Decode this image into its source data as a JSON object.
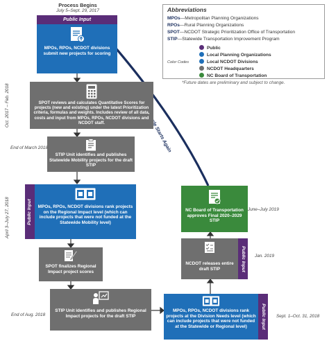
{
  "header": {
    "title": "Process Begins",
    "dates": "July 5–Sept. 29, 2017"
  },
  "legend": {
    "title": "Abbreviations",
    "items": [
      {
        "abbr": "MPOs",
        "text": "—Metropolitan Planning Organizations"
      },
      {
        "abbr": "RPOs",
        "text": "—Rural Planning Organizations"
      },
      {
        "abbr": "SPOT",
        "text": "—NCDOT Strategic Prioritization Office of Transportation"
      },
      {
        "abbr": "STIP",
        "text": "—Statewide Transportation Improvement Program"
      }
    ],
    "color_codes_label": "Color Codes",
    "color_codes": [
      {
        "label": "Public",
        "color": "#5a2d78"
      },
      {
        "label": "Local Planning Organizations",
        "color": "#1f6fb8"
      },
      {
        "label": "Local NCDOT Divisions",
        "color": "#1f6fb8"
      },
      {
        "label": "NCDOT Headquarters",
        "color": "#6f6f6f"
      },
      {
        "label": "NC Board of Transportation",
        "color": "#3a8a3c"
      }
    ],
    "note": "*Future dates are preliminary and subject to change."
  },
  "public_input_label": "Public Input",
  "steps": {
    "s1": {
      "text": "MPOs, RPOs, NCDOT divisions submit new projects for scoring",
      "icon": "document-upload-icon"
    },
    "s2": {
      "text": "SPOT reviews and calculates Quantitative Scores for projects (new and existing) under the latest Prioritization criteria, formulas and weights. Includes review of all data, costs and input from MPOs, RPOs, NCDOT divisions and NCDOT staff.",
      "date": "Oct. 2017 – Feb. 2018",
      "icon": "calculator-icon"
    },
    "s3": {
      "text": "STIP Unit identifies and publishes Statewide Mobility projects for the draft STIP",
      "date": "End of March 2018",
      "icon": "clipboard-icon"
    },
    "s4": {
      "text": "MPOs, RPOs, NCDOT divisions rank projects on the Regional Impact level (which can include projects that were not funded at the Statewide Mobility level)",
      "date": "April 3–July 27, 2018",
      "icon": "scoreboard-icon"
    },
    "s5": {
      "text": "SPOT finalizes Regional Impact project scores",
      "icon": "document-pencil-icon"
    },
    "s6": {
      "text": "STIP Unit identifies and publishes Regional Impact projects for the draft STIP",
      "date": "End of Aug. 2018",
      "icon": "presenter-icon"
    },
    "s7": {
      "text": "MPOs, RPOs, NCDOT divisions rank projects at the Division Needs level (which can include projects that were not funded at the Statewide or Regional level)",
      "date": "Sept. 1–Oct. 31, 2018",
      "icon": "scoreboard-icon"
    },
    "s8": {
      "text": "NCDOT releases entire draft STIP",
      "date": "Jan. 2019",
      "icon": "checklist-icon"
    },
    "s9": {
      "text": "NC Board of Transportation approves Final 2020–2029 STIP",
      "date": "June–July 2019",
      "icon": "approved-document-icon"
    }
  },
  "cycle_label": "Cycle Starts Again"
}
